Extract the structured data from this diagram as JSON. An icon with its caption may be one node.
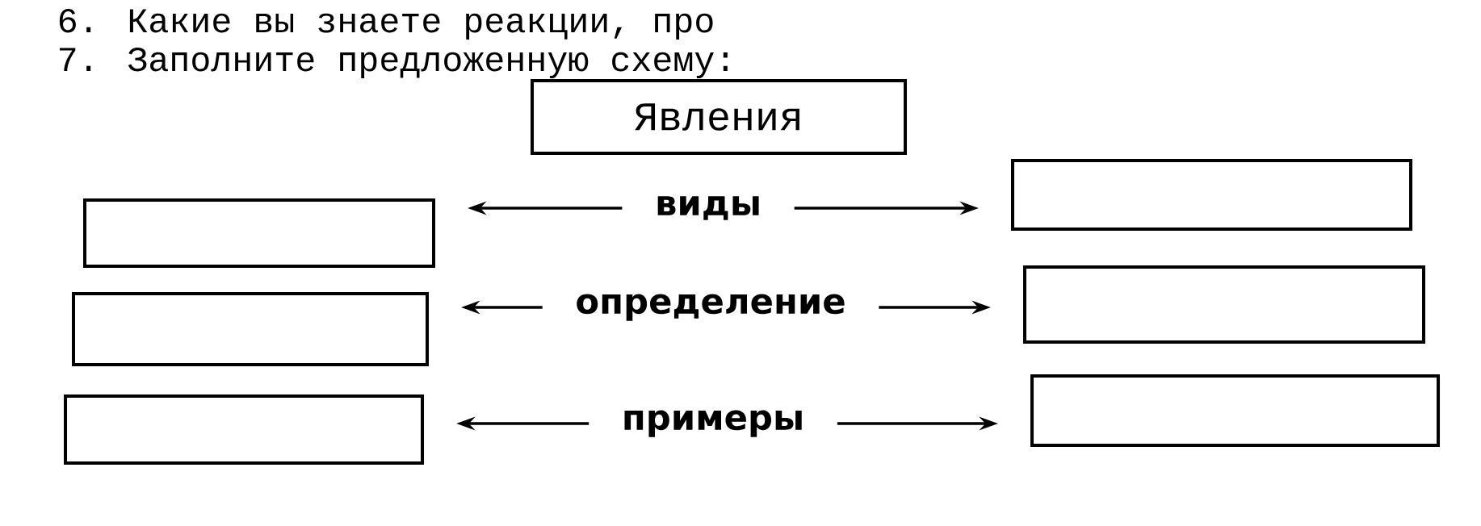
{
  "diagram": {
    "nodes": [
      {
        "text": [
          "Явления"
        ]
      },
      {
        "text": [],
        "shape": "box"
      },
      {
        "text": [
          "виды"
        ]
      },
      {
        "text": [],
        "shape": "box"
      },
      {
        "text": [],
        "shape": "box"
      },
      {
        "text": [
          "определение"
        ]
      },
      {
        "text": [],
        "shape": "box"
      },
      {
        "text": [],
        "shape": "box"
      },
      {
        "text": [
          "примеры"
        ]
      },
      {
        "text": [],
        "shape": "box"
      }
    ],
    "edges": [
      {
        "from": 2,
        "to": 1,
        "arrow": "to"
      },
      {
        "from": 2,
        "to": 3,
        "arrow": "to"
      },
      {
        "from": 5,
        "to": 4,
        "arrow": "to"
      },
      {
        "from": 5,
        "to": 6,
        "arrow": "to"
      },
      {
        "from": 8,
        "to": 7,
        "arrow": "to"
      },
      {
        "from": 8,
        "to": 9,
        "arrow": "to"
      }
    ],
    "labels": [
      "6. Какие вы знаете реакции, про",
      "7. Заполните предложенную схему:"
    ]
  }
}
